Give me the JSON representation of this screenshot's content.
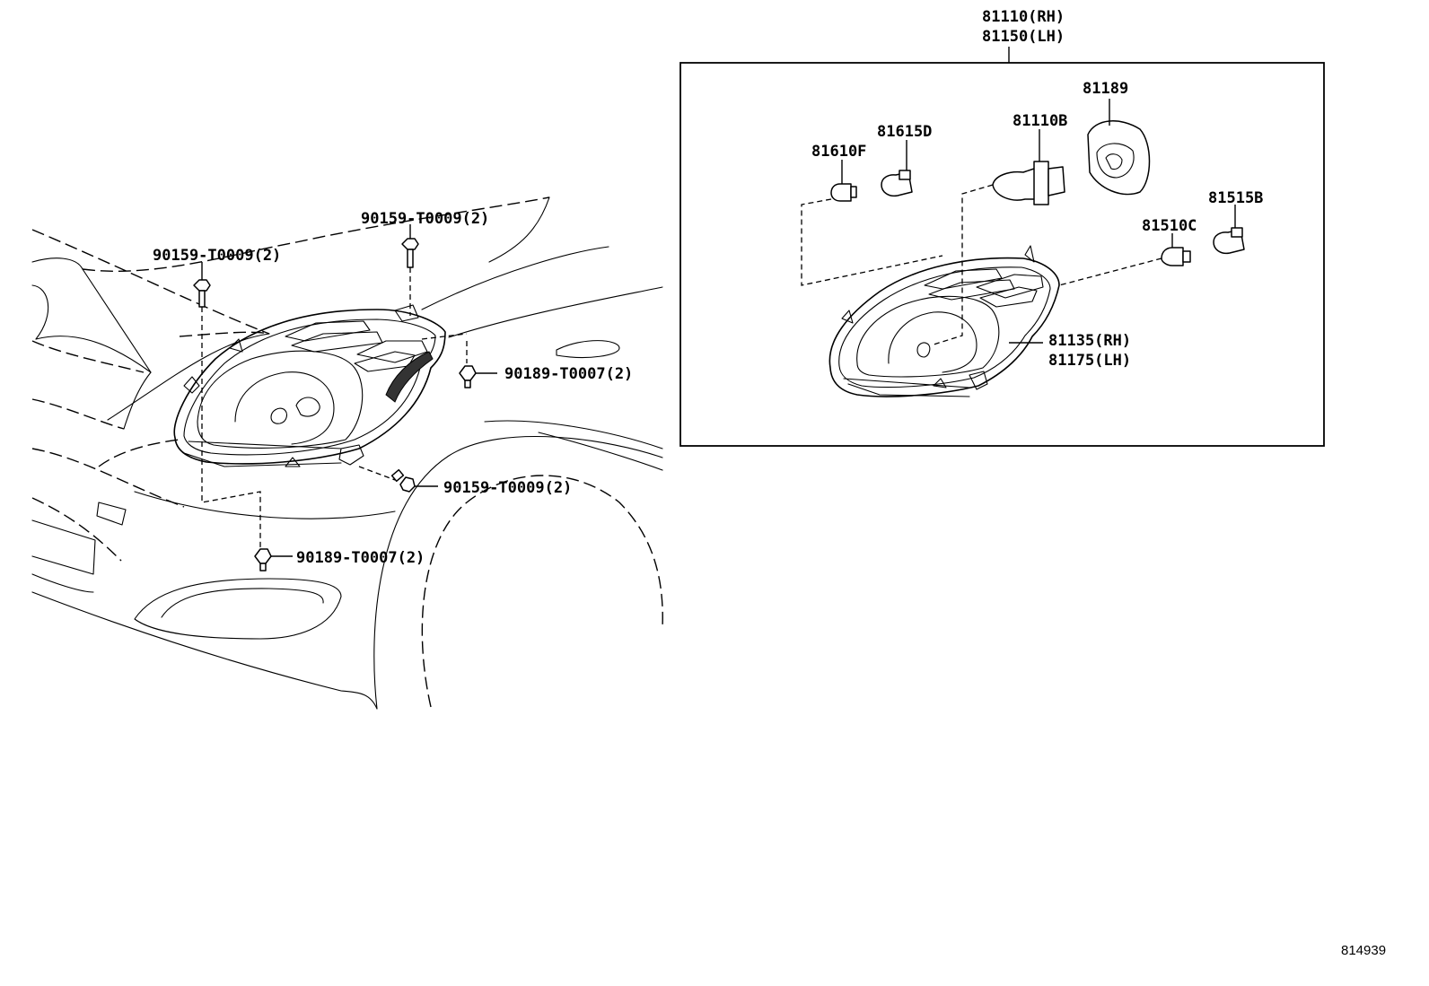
{
  "labels": {
    "assy_rh": "81110(RH)",
    "assy_lh": "81150(LH)",
    "p81189": "81189",
    "p81615d": "81615D",
    "p81110b": "81110B",
    "p81610f": "81610F",
    "p81515b": "81515B",
    "p81510c": "81510C",
    "unit_rh": "81135(RH)",
    "unit_lh": "81175(LH)",
    "screw_top_center": "90159-T0009(2)",
    "screw_top_left": "90159-T0009(2)",
    "clip_right": "90189-T0007(2)",
    "screw_lower_right": "90159-T0009(2)",
    "clip_bottom": "90189-T0007(2)"
  },
  "reference_number": "814939"
}
